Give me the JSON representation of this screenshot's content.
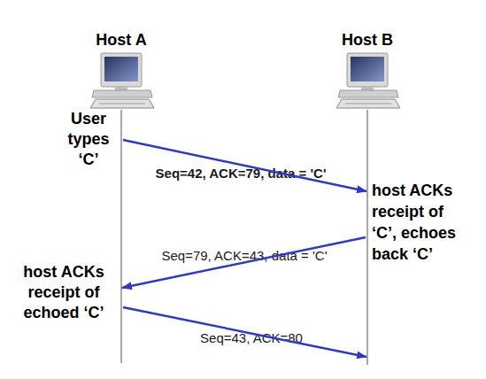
{
  "diagram": {
    "nodes": [
      {
        "text": [
          "Host A"
        ]
      },
      {
        "text": [
          "Host B"
        ]
      }
    ],
    "edges": [
      {
        "from": 0,
        "to": 1,
        "label": "Seq=42, ACK=79, data = 'C'",
        "arrow": "to"
      },
      {
        "from": 1,
        "to": 0,
        "label": "Seq=79, ACK=43, data = 'C'",
        "arrow": "to"
      },
      {
        "from": 0,
        "to": 1,
        "label": "Seq=43, ACK=80",
        "arrow": "to"
      }
    ],
    "labels": [
      "User types ‘C’",
      "host ACKs receipt of ‘C’, echoes back ‘C’",
      "host ACKs receipt of echoed ‘C’"
    ]
  }
}
